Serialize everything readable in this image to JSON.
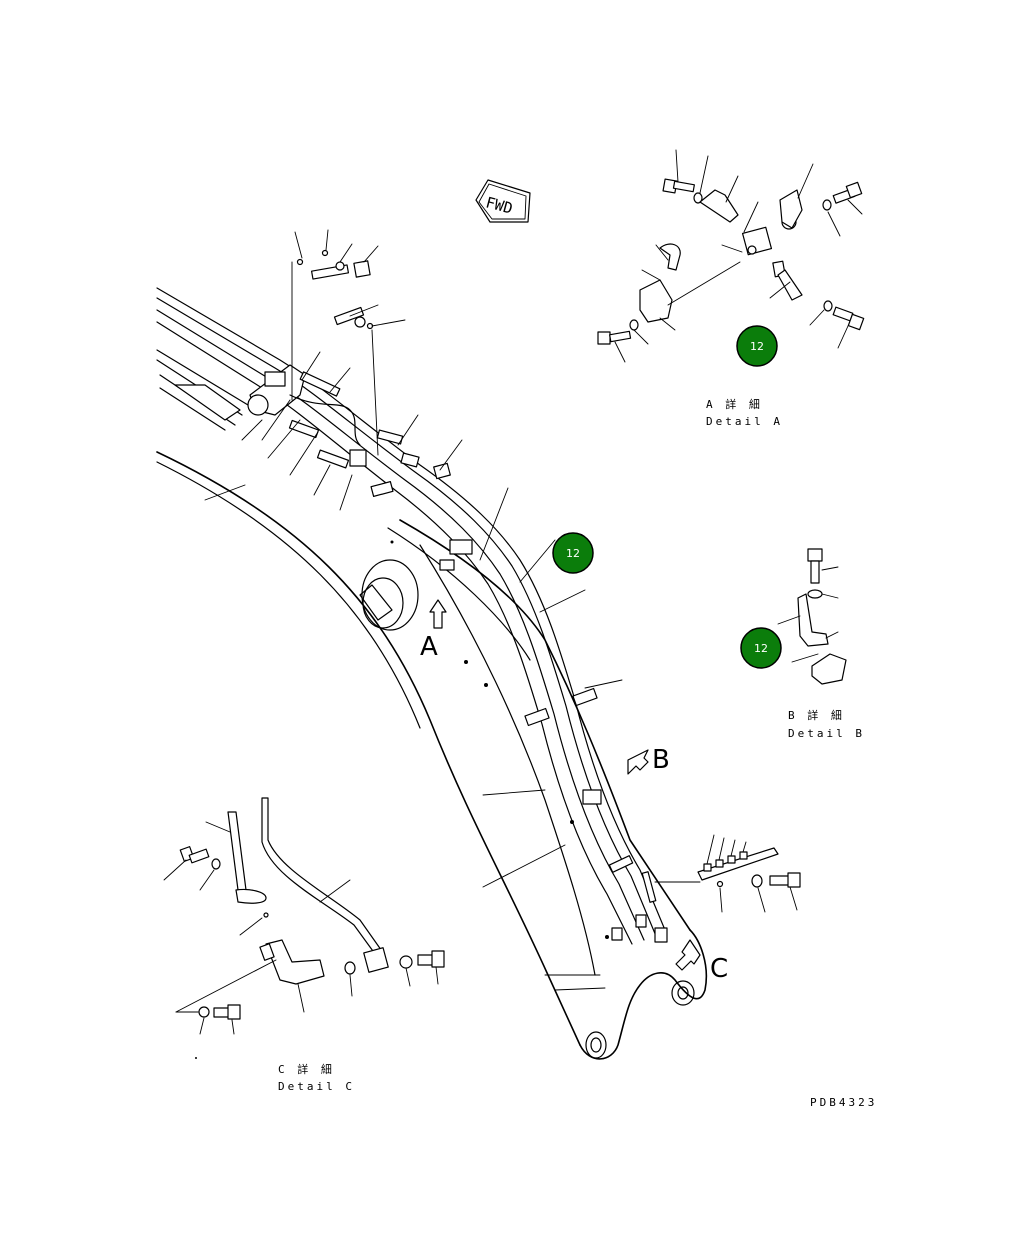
{
  "direction_tag": "FWD",
  "views": {
    "A": "A",
    "B": "B",
    "C": "C"
  },
  "details": {
    "a_jp": "A 詳 細",
    "a_en": "Detail A",
    "b_jp": "B 詳 細",
    "b_en": "Detail B",
    "c_jp": "C 詳 細",
    "c_en": "Detail C"
  },
  "badges": [
    "12",
    "12",
    "12"
  ],
  "badge_color": "#0b7d0b",
  "drawing_code": "PDB4323"
}
